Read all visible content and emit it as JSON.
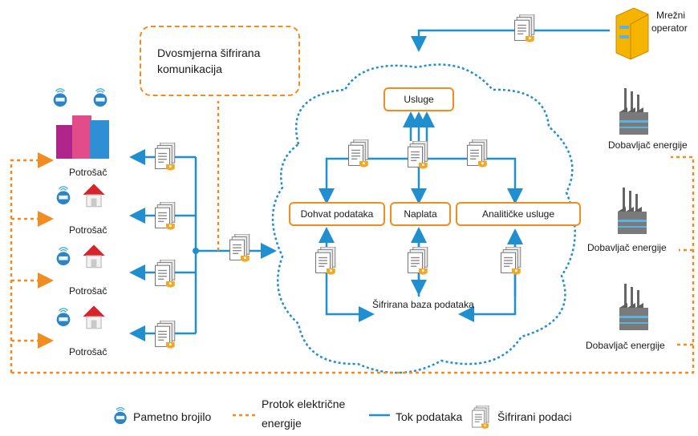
{
  "callout": {
    "line1": "Dvosmjerna šifrirana",
    "line2": "komunikacija"
  },
  "consumers": [
    "Potrošač",
    "Potrošač",
    "Potrošač",
    "Potrošač"
  ],
  "grid_operator": {
    "line1": "Mrežni",
    "line2": "operator"
  },
  "suppliers": [
    "Dobavljač energije",
    "Dobavljač energije",
    "Dobavljač energije"
  ],
  "cloud": {
    "services": "Usluge",
    "fetch": "Dohvat podataka",
    "billing": "Naplata",
    "analytics": "Analitičke usluge",
    "database": "Šifrirana baza podataka"
  },
  "legend": {
    "smart_meter": "Pametno brojilo",
    "power_flow_1": "Protok električne",
    "power_flow_2": "energije",
    "data_flow": "Tok podataka",
    "encrypted": "Šifrirani podaci"
  },
  "colors": {
    "data_line": "#1f8fcf",
    "power_line": "#f28c1e",
    "doc_lock": "#f5a623"
  },
  "icons": [
    "smart-meter-icon",
    "building-icon",
    "house-icon",
    "factory-icon",
    "encrypted-document-icon",
    "office-building-icon"
  ]
}
